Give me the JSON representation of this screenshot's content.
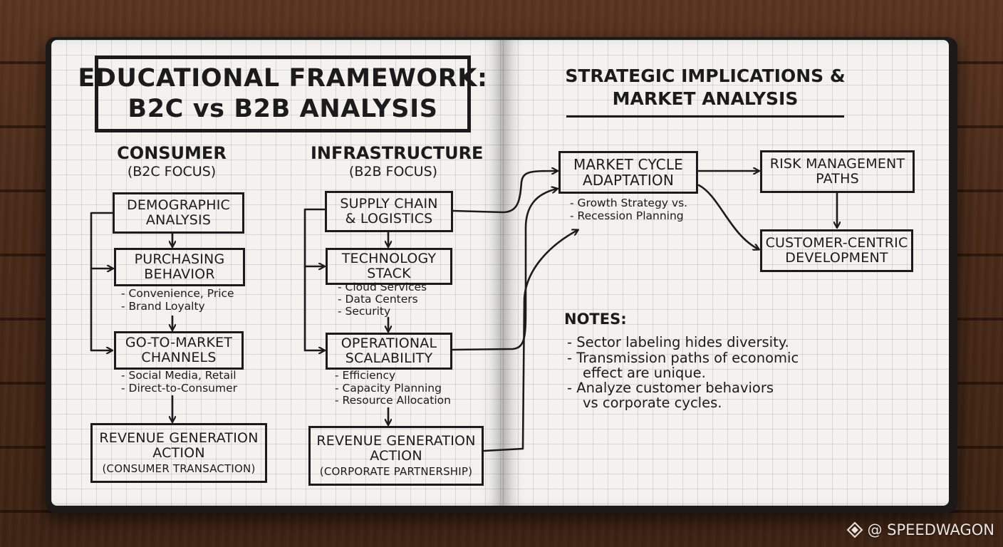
{
  "title": {
    "line1": "EDUCATIONAL FRAMEWORK:",
    "line2": "B2C vs B2B ANALYSIS"
  },
  "right_title": {
    "line1": "STRATEGIC IMPLICATIONS &",
    "line2": "MARKET ANALYSIS"
  },
  "consumer": {
    "heading": "CONSUMER",
    "subheading": "(B2C FOCUS)",
    "box1": [
      "DEMOGRAPHIC",
      "ANALYSIS"
    ],
    "box2": [
      "PURCHASING",
      "BEHAVIOR"
    ],
    "box2_bullets": [
      "- Convenience, Price",
      "- Brand Loyalty"
    ],
    "box3": [
      "GO-TO-MARKET",
      "CHANNELS"
    ],
    "box3_bullets": [
      "- Social Media, Retail",
      "- Direct-to-Consumer"
    ],
    "revenue": [
      "REVENUE GENERATION",
      "ACTION",
      "(CONSUMER TRANSACTION)"
    ]
  },
  "infrastructure": {
    "heading": "INFRASTRUCTURE",
    "subheading": "(B2B FOCUS)",
    "box1": [
      "SUPPLY CHAIN",
      "& LOGISTICS"
    ],
    "box2": [
      "TECHNOLOGY",
      "STACK"
    ],
    "box2_bullets": [
      "- Cloud Services",
      "- Data Centers",
      "- Security"
    ],
    "box3": [
      "OPERATIONAL",
      "SCALABILITY"
    ],
    "box3_bullets": [
      "- Efficiency",
      "- Capacity Planning",
      "- Resource Allocation"
    ],
    "revenue": [
      "REVENUE GENERATION",
      "ACTION",
      "(CORPORATE PARTNERSHIP)"
    ]
  },
  "market": {
    "cycle": [
      "MARKET CYCLE",
      "ADAPTATION"
    ],
    "cycle_bullets": [
      "- Growth Strategy vs.",
      "- Recession Planning"
    ],
    "risk": [
      "RISK MANAGEMENT",
      "PATHS"
    ],
    "customer": [
      "CUSTOMER-CENTRIC",
      "DEVELOPMENT"
    ]
  },
  "notes": {
    "heading": "NOTES:",
    "items": [
      [
        "- Sector labeling hides diversity."
      ],
      [
        "- Transmission paths of economic",
        "effect are unique."
      ],
      [
        "- Analyze customer behaviors",
        "vs corporate cycles."
      ]
    ]
  },
  "watermark": "@ SPEEDWAGON",
  "watermark_icon": "diamond-logo-icon"
}
